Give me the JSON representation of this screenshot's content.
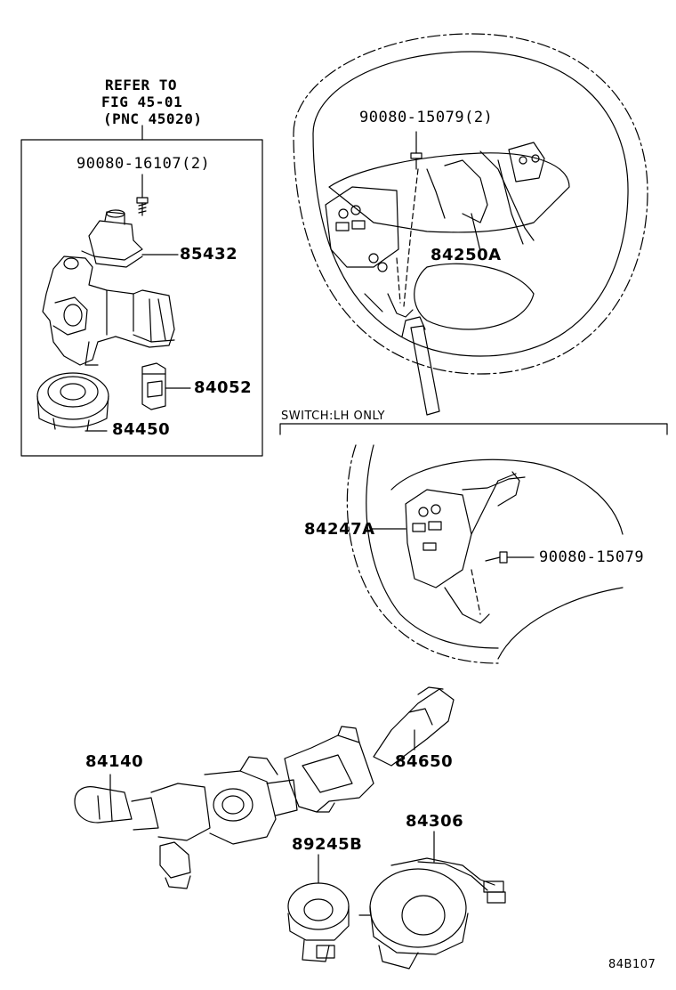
{
  "refer": {
    "line1": "REFER TO",
    "line2": "FIG 45-01",
    "line3": "(PNC 45020)"
  },
  "labels": {
    "bolt_90080_16107": "90080-16107(2)",
    "p85432": "85432",
    "p84052": "84052",
    "p84450": "84450",
    "screw_90080_15079_2": "90080-15079(2)",
    "p84250A": "84250A",
    "switch_note": "SWITCH:LH ONLY",
    "p84247A": "84247A",
    "screw_90080_15079": "90080-15079",
    "p84140": "84140",
    "p84650": "84650",
    "p89245B": "89245B",
    "p84306": "84306",
    "figure_code": "84B107"
  }
}
